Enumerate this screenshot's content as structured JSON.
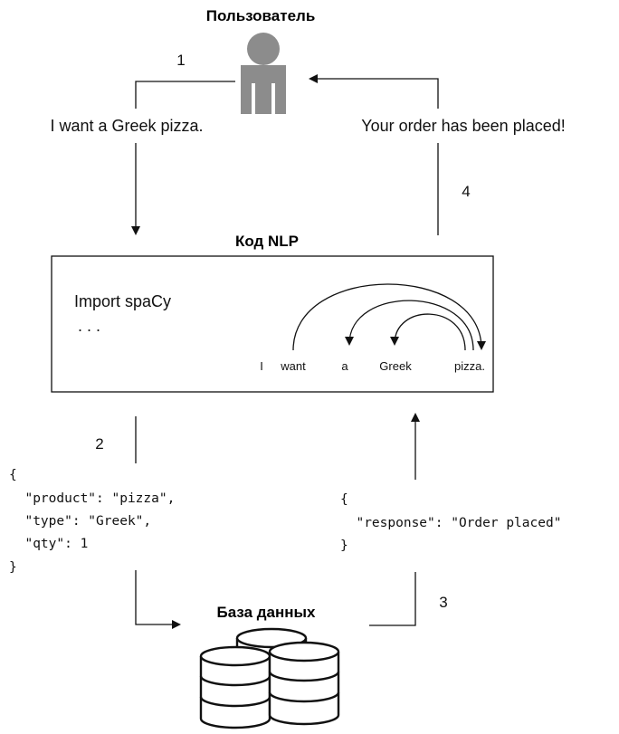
{
  "user": {
    "title": "Пользователь"
  },
  "messages": {
    "request": "I want a Greek pizza.",
    "reply": "Your order has been placed!"
  },
  "steps": {
    "s1": "1",
    "s2": "2",
    "s3": "3",
    "s4": "4"
  },
  "nlp": {
    "title": "Код NLP",
    "code_line1": "Import spaCy",
    "code_line2": ". . .",
    "tokens": [
      "I",
      "want",
      "a",
      "Greek",
      "pizza."
    ]
  },
  "query_json": [
    "{",
    "  \"product\": \"pizza\",",
    "  \"type\": \"Greek\",",
    "  \"qty\": 1",
    "}"
  ],
  "response_json": [
    "{",
    "  \"response\": \"Order placed\"",
    "}"
  ],
  "database": {
    "title": "База данных"
  },
  "colors": {
    "person": "#8c8c8c",
    "ink": "#111111"
  }
}
